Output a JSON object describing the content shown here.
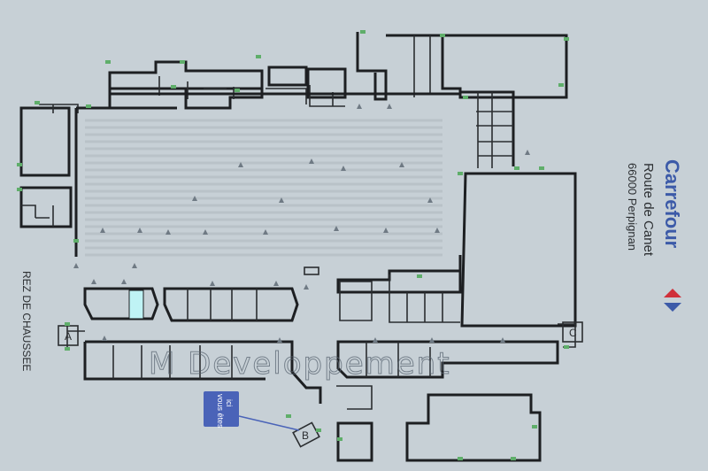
{
  "brand": {
    "name": "Carrefour",
    "address_line1": "Route de Canet",
    "address_line2": "66000 Perpignan",
    "color": "#3c5aa8",
    "logo_icon": "carrefour-logo-icon"
  },
  "floor": {
    "label": "REZ DE CHAUSSEE"
  },
  "you_are_here": {
    "line1": "vous êtes",
    "line2": "ici",
    "color": "#4a63b8"
  },
  "entrances": {
    "a": "A",
    "b": "B",
    "c": "C"
  },
  "watermark": "M Developpement",
  "colors": {
    "background": "#c7d0d6",
    "walls": "#1d1f22",
    "highlight_lot": "#bff3f5",
    "exit_markers": "#5fae6a"
  }
}
